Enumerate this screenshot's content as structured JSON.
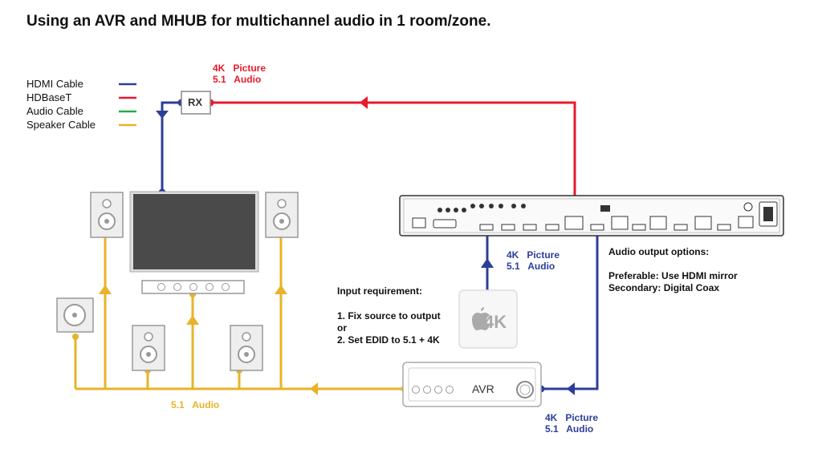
{
  "title": "Using an AVR and MHUB for multichannel audio in 1 room/zone.",
  "legend": [
    {
      "label": "HDMI Cable",
      "color": "#2d3e9a"
    },
    {
      "label": "HDBaseT",
      "color": "#e8192c"
    },
    {
      "label": "Audio Cable",
      "color": "#2ea84a"
    },
    {
      "label": "Speaker Cable",
      "color": "#e8b329"
    }
  ],
  "rx_label": "RX",
  "hdbaset_caption": {
    "line1": "4K   Picture",
    "line2": "5.1   Audio"
  },
  "source_caption": {
    "line1": "4K   Picture",
    "line2": "5.1   Audio"
  },
  "avr_in_caption": {
    "line1": "4K   Picture",
    "line2": "5.1   Audio"
  },
  "speaker_caption": "5.1   Audio",
  "avr_label": "AVR",
  "appletv_label": "4K",
  "input_requirement": {
    "heading": "Input requirement:",
    "line1": "1. Fix source to output",
    "line2": "or",
    "line3": "2. Set EDID to 5.1 + 4K"
  },
  "audio_output": {
    "heading": "Audio output options:",
    "line1": "Preferable: Use HDMI mirror",
    "line2": "Secondary: Digital Coax"
  }
}
